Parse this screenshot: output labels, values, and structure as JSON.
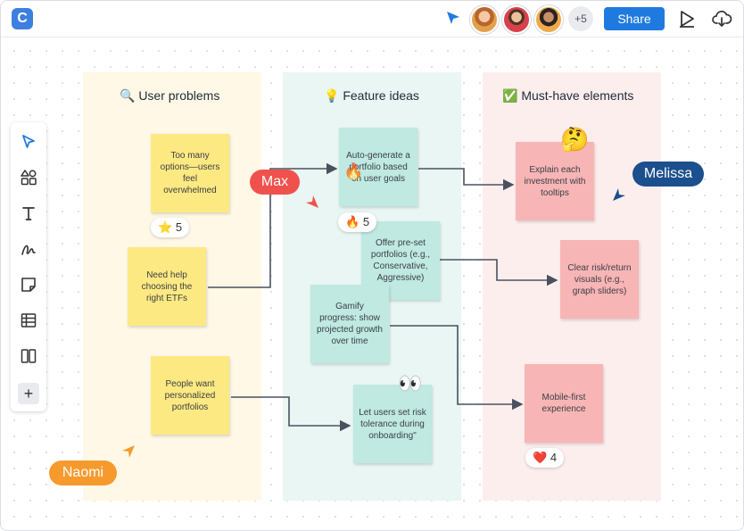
{
  "topbar": {
    "logo_letter": "C",
    "more_users": "+5",
    "share_label": "Share",
    "colors": {
      "share": "#1f7ae0",
      "logo": "#3d7fe0",
      "cursor": "#1f7ae0"
    },
    "icons": [
      "pointer-cursor-icon",
      "present-play-icon",
      "cloud-download-icon"
    ]
  },
  "toolbar": {
    "icons": [
      "select-arrow-icon",
      "shapes-icon",
      "text-tool-icon",
      "pen-draw-icon",
      "sticky-note-icon",
      "table-icon",
      "frame-layout-icon"
    ],
    "add_label": "+"
  },
  "columns": [
    {
      "title": "🔍 User problems",
      "color": "#fff8e6"
    },
    {
      "title": "💡 Feature ideas",
      "color": "#e9f6f3"
    },
    {
      "title": "✅ Must-have elements",
      "color": "#fdeeee"
    }
  ],
  "notes": {
    "too_many": "Too many options—users feel overwhelmed",
    "need_help": "Need help choosing the right ETFs",
    "personalized": "People want personalized portfolios",
    "auto_generate": "Auto-generate a portfolio based on user goals",
    "preset": "Offer pre-set portfolios (e.g., Conservative, Aggressive)",
    "gamify": "Gamify progress: show projected growth over time",
    "risk_tolerance": "Let users set risk tolerance during onboarding\"",
    "explain": "Explain each investment with tooltips",
    "risk_return": "Clear risk/return visuals (e.g., graph sliders)",
    "mobile_first": "Mobile-first experience"
  },
  "reactions": {
    "star": {
      "emoji": "⭐",
      "count": "5"
    },
    "fire": {
      "emoji": "🔥",
      "count": "5"
    },
    "heart": {
      "emoji": "❤️",
      "count": "4"
    }
  },
  "cursors": {
    "max": {
      "name": "Max",
      "color": "#f0514d"
    },
    "melissa": {
      "name": "Melissa",
      "color": "#1b4f8e"
    },
    "naomi": {
      "name": "Naomi",
      "color": "#f79a2e"
    }
  },
  "stickers": {
    "thinking": "🤔",
    "eyes": "👀",
    "fire_on_note": "🔥"
  }
}
